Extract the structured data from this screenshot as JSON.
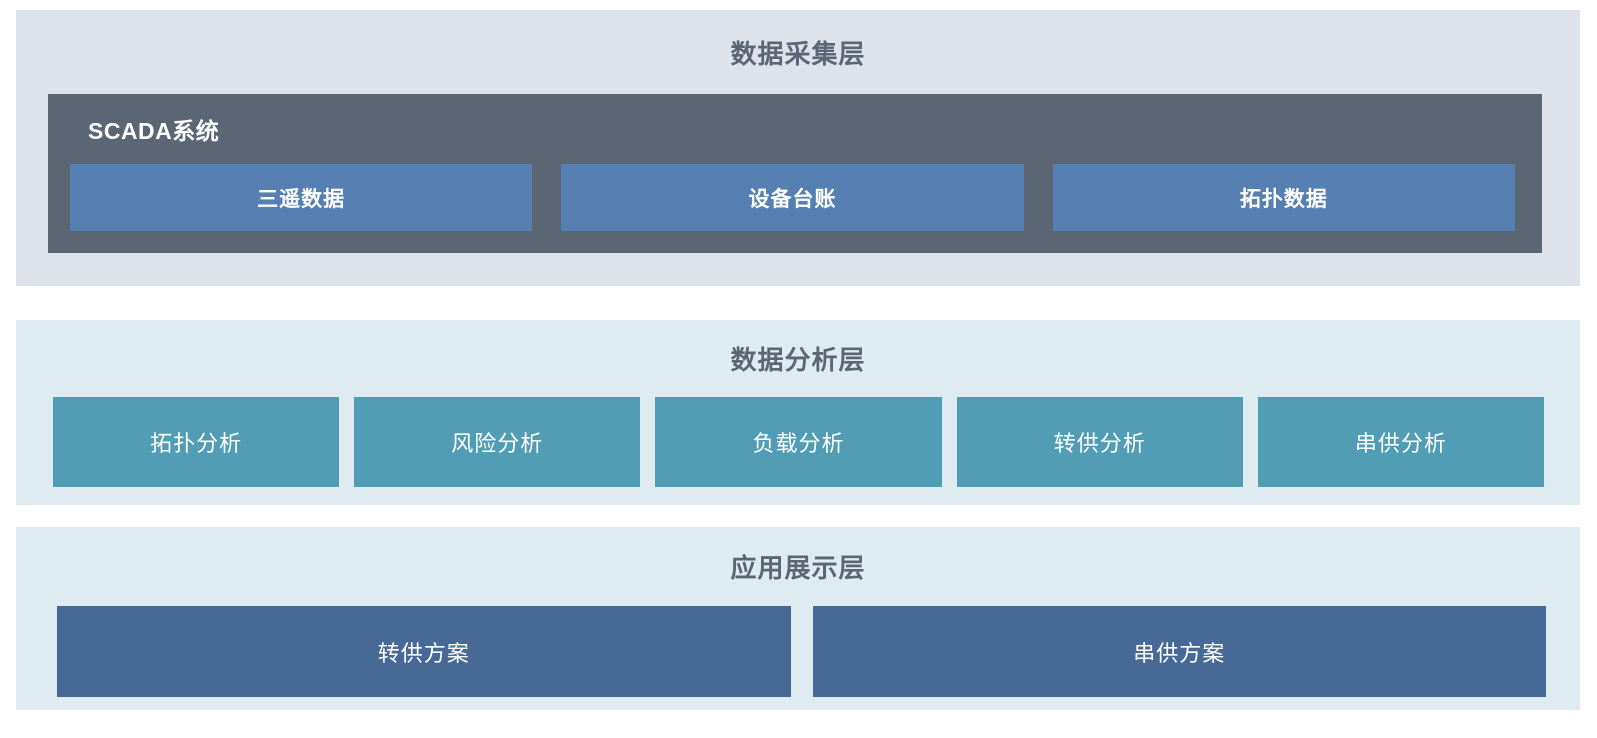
{
  "colors": {
    "page_bg": "#ffffff",
    "collect_bg": "#dee2eb",
    "analysis_bg": "#deecf2",
    "app_bg": "#deecf2",
    "scada_bg": "#5b6573",
    "scada_item_bg": "#5780b2",
    "analysis_item_bg": "#529db6",
    "app_item_bg": "#466a95",
    "title_color": "#5b6573",
    "item_text_color": "#ffffff"
  },
  "layers": {
    "collect": {
      "title": "数据采集层",
      "scada": {
        "label": "SCADA系统",
        "items": [
          {
            "label": "三遥数据"
          },
          {
            "label": "设备台账"
          },
          {
            "label": "拓扑数据"
          }
        ]
      }
    },
    "analysis": {
      "title": "数据分析层",
      "items": [
        {
          "label": "拓扑分析"
        },
        {
          "label": "风险分析"
        },
        {
          "label": "负载分析"
        },
        {
          "label": "转供分析"
        },
        {
          "label": "串供分析"
        }
      ]
    },
    "app": {
      "title": "应用展示层",
      "items": [
        {
          "label": "转供方案"
        },
        {
          "label": "串供方案"
        }
      ]
    }
  }
}
